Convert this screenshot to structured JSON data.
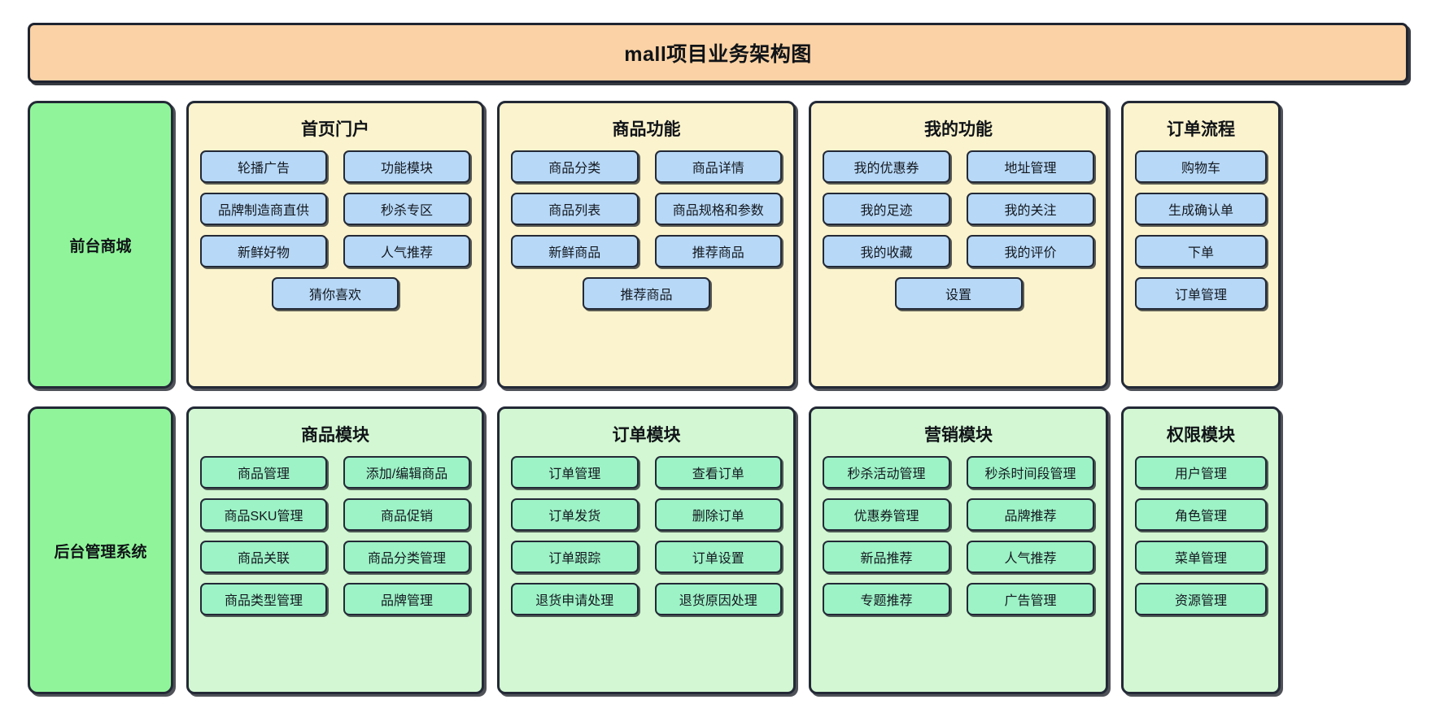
{
  "title": "mall项目业务架构图",
  "rows": [
    {
      "category": "前台商城",
      "groups": [
        {
          "title": "首页门户",
          "columns": 2,
          "items": [
            "轮播广告",
            "功能模块",
            "品牌制造商直供",
            "秒杀专区",
            "新鲜好物",
            "人气推荐",
            "猜你喜欢"
          ]
        },
        {
          "title": "商品功能",
          "columns": 2,
          "items": [
            "商品分类",
            "商品详情",
            "商品列表",
            "商品规格和参数",
            "新鲜商品",
            "推荐商品",
            "推荐商品"
          ]
        },
        {
          "title": "我的功能",
          "columns": 2,
          "items": [
            "我的优惠券",
            "地址管理",
            "我的足迹",
            "我的关注",
            "我的收藏",
            "我的评价",
            "设置"
          ]
        },
        {
          "title": "订单流程",
          "columns": 1,
          "items": [
            "购物车",
            "生成确认单",
            "下单",
            "订单管理"
          ]
        }
      ]
    },
    {
      "category": "后台管理系统",
      "groups": [
        {
          "title": "商品模块",
          "columns": 2,
          "items": [
            "商品管理",
            "添加/编辑商品",
            "商品SKU管理",
            "商品促销",
            "商品关联",
            "商品分类管理",
            "商品类型管理",
            "品牌管理"
          ]
        },
        {
          "title": "订单模块",
          "columns": 2,
          "items": [
            "订单管理",
            "查看订单",
            "订单发货",
            "删除订单",
            "订单跟踪",
            "订单设置",
            "退货申请处理",
            "退货原因处理"
          ]
        },
        {
          "title": "营销模块",
          "columns": 2,
          "items": [
            "秒杀活动管理",
            "秒杀时间段管理",
            "优惠券管理",
            "品牌推荐",
            "新品推荐",
            "人气推荐",
            "专题推荐",
            "广告管理"
          ]
        },
        {
          "title": "权限模块",
          "columns": 1,
          "items": [
            "用户管理",
            "角色管理",
            "菜单管理",
            "资源管理"
          ]
        }
      ]
    }
  ],
  "colors": {
    "title_banner": "#fad2a5",
    "category_box": "#90f59a",
    "frontend_group": "#fbf3cd",
    "frontend_item": "#b7d8f7",
    "admin_group": "#d2f7d2",
    "admin_item": "#9df2c6",
    "border": "#232936"
  }
}
